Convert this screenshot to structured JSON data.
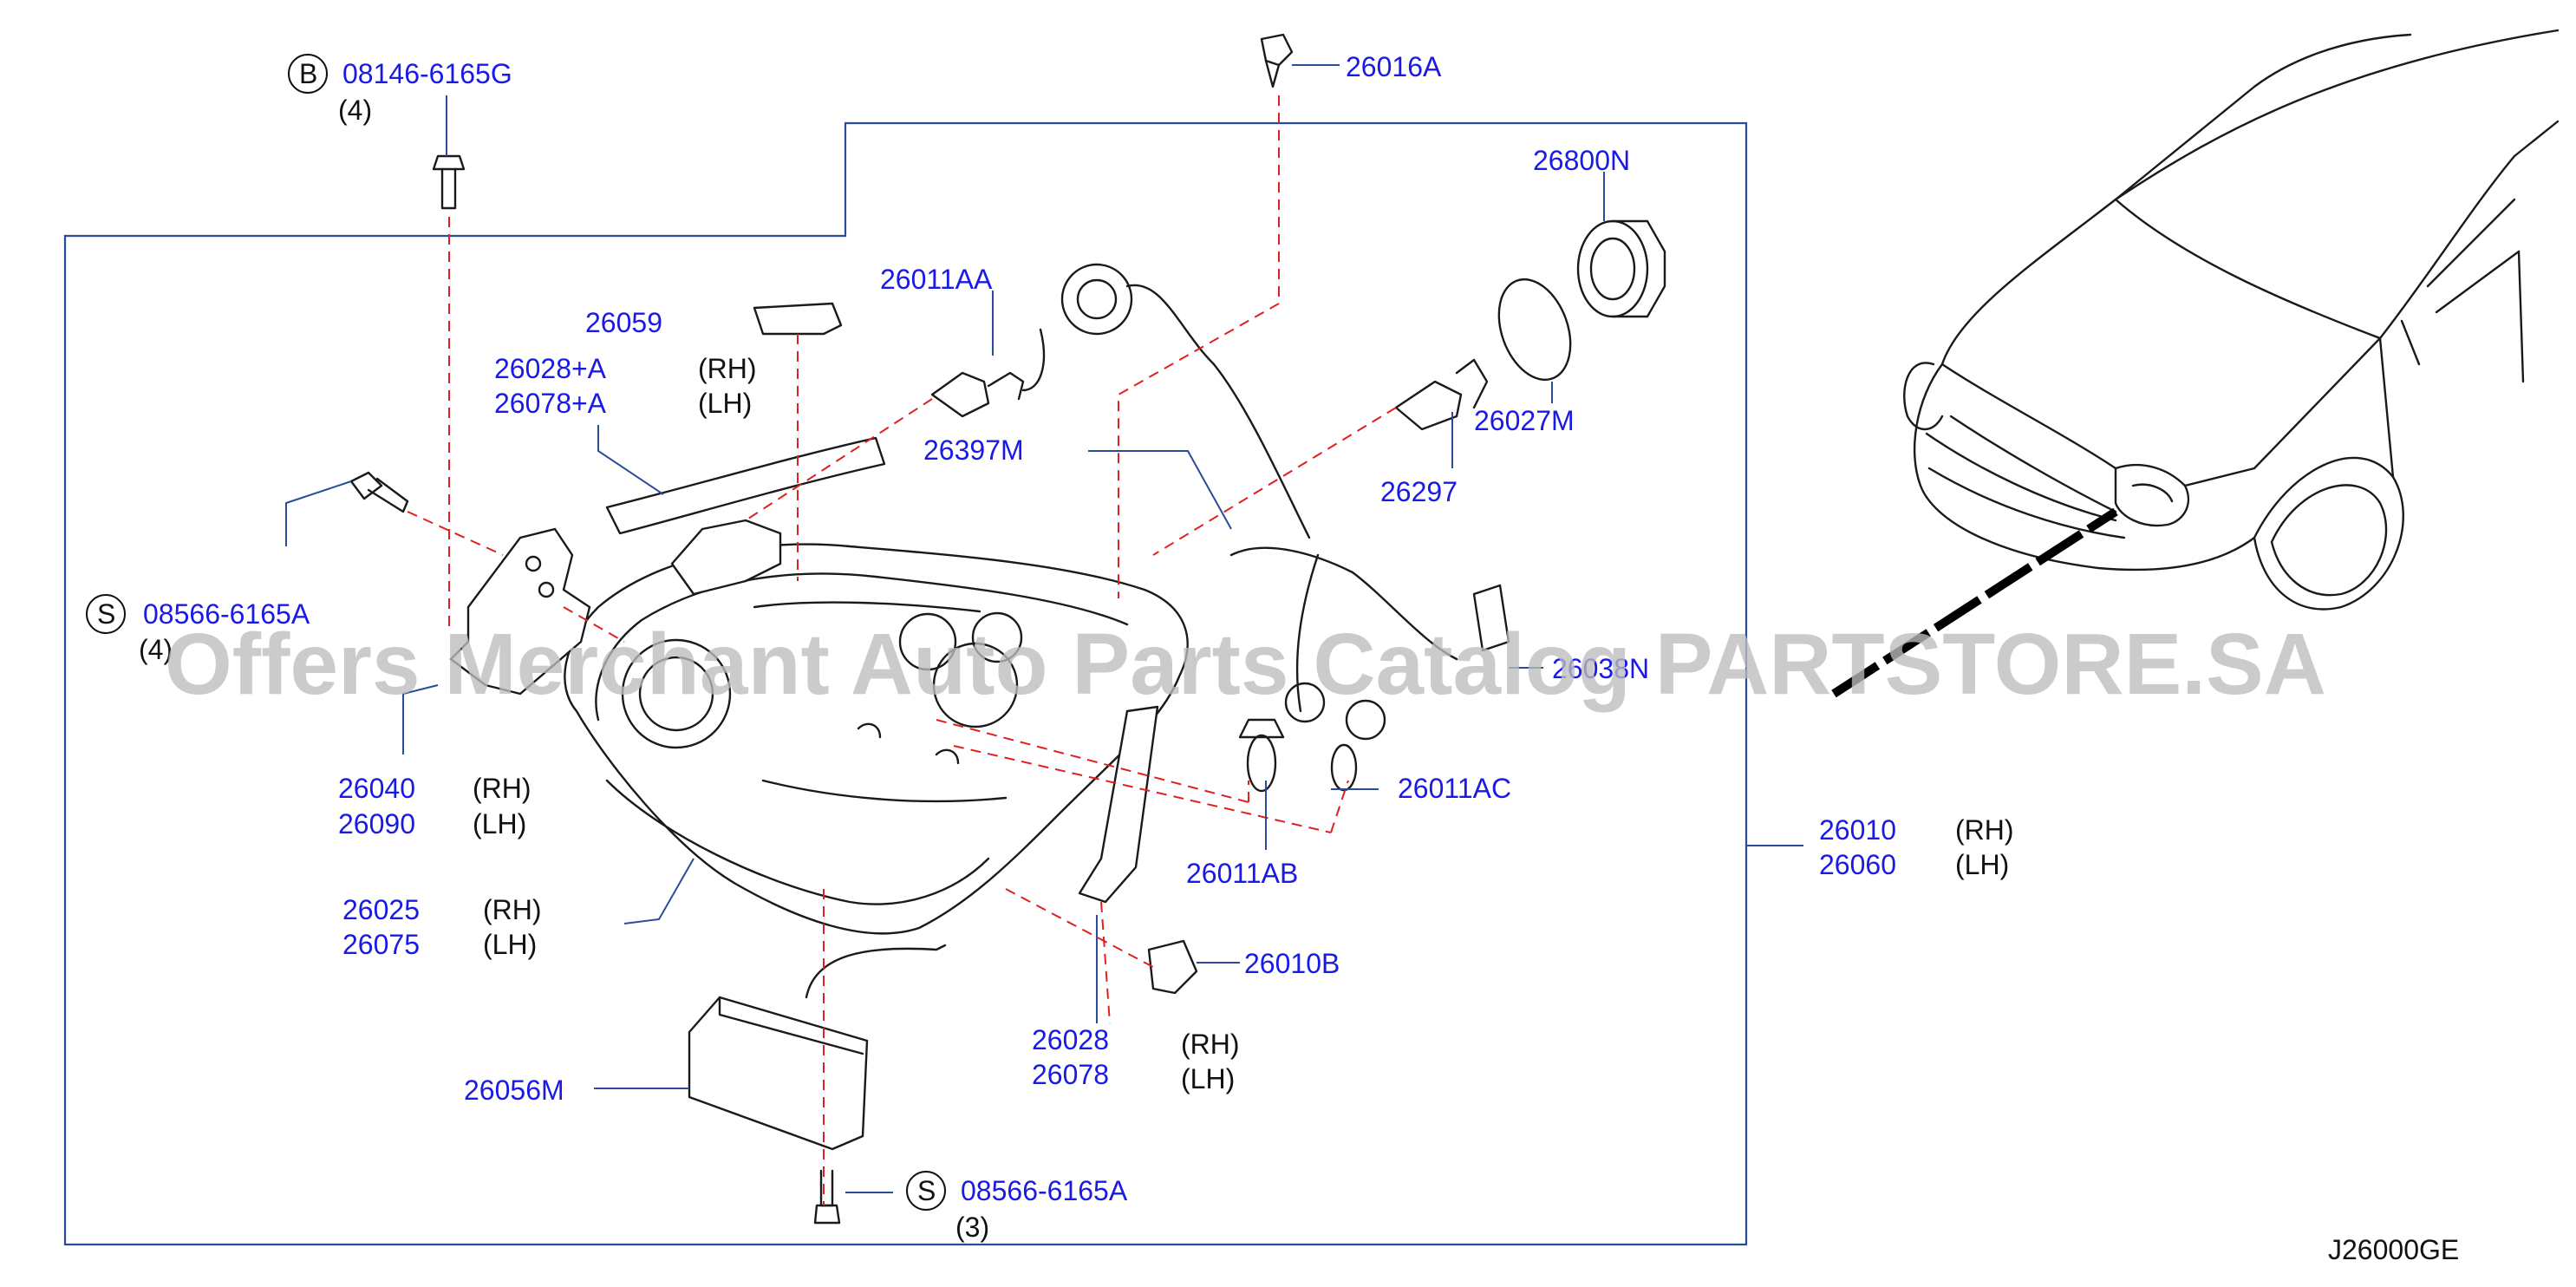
{
  "diagram_code": "J26000GE",
  "watermark": "Offers Merchant Auto Parts Catalog PARTSTORE.SA",
  "parts": {
    "p08146": {
      "badge": "B",
      "number": "08146-6165G",
      "qty": "(4)"
    },
    "p26016A": {
      "number": "26016A"
    },
    "p26800N": {
      "number": "26800N"
    },
    "p26011AA": {
      "number": "26011AA"
    },
    "p26059": {
      "number": "26059"
    },
    "p26028A": {
      "number_rh": "26028+A",
      "number_lh": "26078+A",
      "rh": "(RH)",
      "lh": "(LH)"
    },
    "p26397M": {
      "number": "26397M"
    },
    "p26027M": {
      "number": "26027M"
    },
    "p26297": {
      "number": "26297"
    },
    "p08566_top": {
      "badge": "S",
      "number": "08566-6165A",
      "qty": "(4)"
    },
    "p26038": {
      "number": "26038N"
    },
    "p26040": {
      "number_rh": "26040",
      "number_lh": "26090",
      "rh": "(RH)",
      "lh": "(LH)"
    },
    "p26011AC": {
      "number": "26011AC"
    },
    "p26011AB": {
      "number": "26011AB"
    },
    "p26010": {
      "number_rh": "26010",
      "number_lh": "26060",
      "rh": "(RH)",
      "lh": "(LH)"
    },
    "p26025": {
      "number_rh": "26025",
      "number_lh": "26075",
      "rh": "(RH)",
      "lh": "(LH)"
    },
    "p26010B": {
      "number": "26010B"
    },
    "p26028": {
      "number_rh": "26028",
      "number_lh": "26078",
      "rh": "(RH)",
      "lh": "(LH)"
    },
    "p26056M": {
      "number": "26056M"
    },
    "p08566_bot": {
      "badge": "S",
      "number": "08566-6165A",
      "qty": "(3)"
    }
  },
  "colors": {
    "part_number": "#1a1ae6",
    "leader": "#2a4a9a",
    "dashed": "#e02020",
    "watermark": "#bdbdbd"
  }
}
